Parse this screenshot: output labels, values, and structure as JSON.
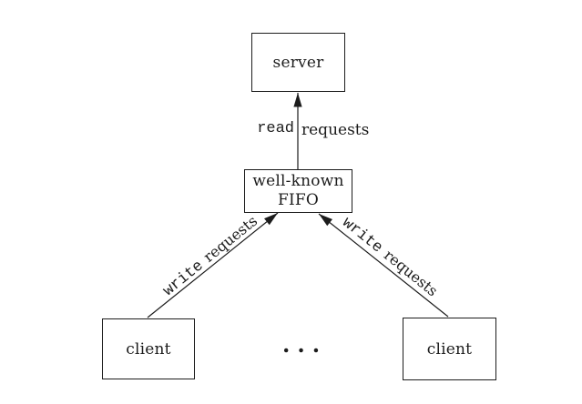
{
  "figure": {
    "background": "#ffffff",
    "ink": "#1c1c1c",
    "nodes": {
      "server": {
        "label": "server"
      },
      "fifo": {
        "line1": "well-known",
        "line2": "FIFO"
      },
      "client_left": {
        "label": "client"
      },
      "client_right": {
        "label": "client"
      }
    },
    "ellipsis": "...",
    "edges": {
      "read": {
        "verb": "read",
        "noun": "requests"
      },
      "write_left": {
        "verb": "write",
        "noun": "requests"
      },
      "write_right": {
        "verb": "write",
        "noun": "requests"
      }
    }
  }
}
